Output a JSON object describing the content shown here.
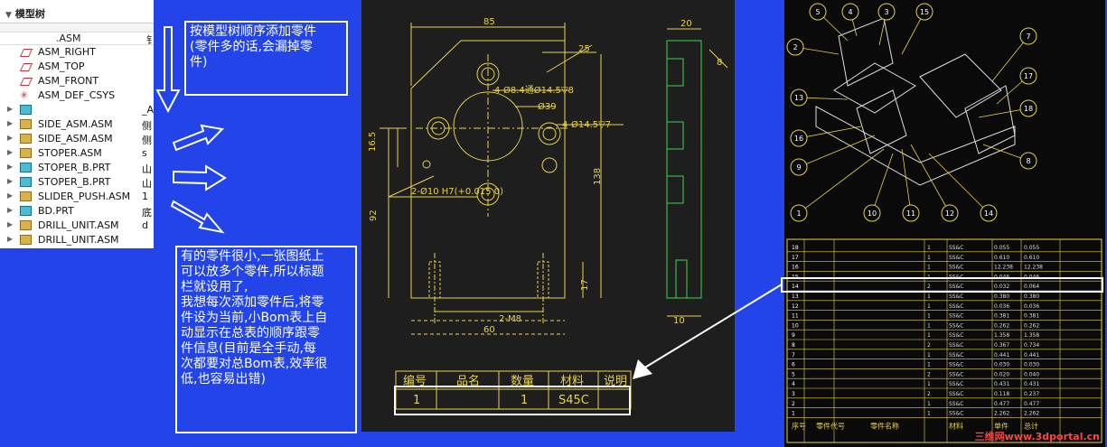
{
  "model_tree": {
    "title": "模型树",
    "header": {
      "col1": ".ASM",
      "col2": "钅"
    },
    "items": [
      {
        "label": "ASM_RIGHT",
        "icon": "datum-plane-icon",
        "trail": ""
      },
      {
        "label": "ASM_TOP",
        "icon": "datum-plane-icon",
        "trail": ""
      },
      {
        "label": "ASM_FRONT",
        "icon": "datum-plane-icon",
        "trail": ""
      },
      {
        "label": "ASM_DEF_CSYS",
        "icon": "csys-icon",
        "trail": ""
      },
      {
        "label": "",
        "icon": "part-icon",
        "trail": "_A.F"
      },
      {
        "label": "SIDE_ASM.ASM",
        "icon": "assembly-icon",
        "trail": "侧"
      },
      {
        "label": "SIDE_ASM.ASM",
        "icon": "assembly-icon",
        "trail": "侧"
      },
      {
        "label": "STOPER.ASM",
        "icon": "assembly-icon",
        "trail": "s"
      },
      {
        "label": "STOPER_B.PRT",
        "icon": "part-icon",
        "trail": "山"
      },
      {
        "label": "STOPER_B.PRT",
        "icon": "part-icon",
        "trail": "山"
      },
      {
        "label": "SLIDER_PUSH.ASM",
        "icon": "assembly-icon",
        "trail": "1"
      },
      {
        "label": "BD.PRT",
        "icon": "part-icon",
        "trail": "底"
      },
      {
        "label": "DRILL_UNIT.ASM",
        "icon": "assembly-icon",
        "trail": "d"
      },
      {
        "label": "DRILL_UNIT.ASM",
        "icon": "assembly-icon",
        "trail": ""
      }
    ]
  },
  "notes": {
    "note1_lines": [
      "按模型树顺序添加零件",
      "(零件多的话,会漏掉零",
      "件)"
    ],
    "note2_lines": [
      "有的零件很小,一张图纸上",
      "可以放多个零件,所以标题",
      "栏就设用了,",
      "我想每次添加零件后,将零",
      "件设为当前,小Bom表上自",
      "动显示在总表的顺序跟零",
      "件信息(目前是全手动,每",
      "次都要对总Bom表,效率很",
      "低,也容易出错)"
    ]
  },
  "drawing": {
    "dims": {
      "d85": "85",
      "d25": "25",
      "d20": "20",
      "d8": "8",
      "hole1": "4-Ø8.4通Ø14.5▽8",
      "hole2": "Ø39",
      "hole3": "4-Ø14.5▽7",
      "hole4": "2-Ø10 H7(+0.015 0)",
      "d16_5": "16.5",
      "d138": "138",
      "d92": "92",
      "d17": "17",
      "m8": "2-M8",
      "d60": "60",
      "d10": "10"
    },
    "bom": {
      "headers": [
        "编号",
        "品名",
        "数量",
        "材料",
        "说明"
      ],
      "row": [
        "1",
        "",
        "1",
        "S45C",
        ""
      ]
    }
  },
  "assembly": {
    "balloons": [
      "5",
      "4",
      "3",
      "15",
      "2",
      "7",
      "17",
      "13",
      "18",
      "16",
      "9",
      "8",
      "1",
      "10",
      "11",
      "12",
      "14"
    ],
    "bom_rows": [
      [
        "18",
        "",
        "",
        "1",
        "SS&C",
        "0.055",
        "0.055"
      ],
      [
        "17",
        "",
        "",
        "1",
        "SS&C",
        "0.610",
        "0.610"
      ],
      [
        "16",
        "",
        "",
        "1",
        "SS&C",
        "12.238",
        "12.238"
      ],
      [
        "15",
        "",
        "",
        "1",
        "SS&C",
        "0.046",
        "0.046"
      ],
      [
        "14",
        "",
        "",
        "2",
        "SS&C",
        "0.032",
        "0.064"
      ],
      [
        "13",
        "",
        "",
        "1",
        "SS&C",
        "0.380",
        "0.380"
      ],
      [
        "12",
        "",
        "",
        "1",
        "SS&C",
        "0.036",
        "0.036"
      ],
      [
        "11",
        "",
        "",
        "1",
        "SS&C",
        "0.381",
        "0.381"
      ],
      [
        "10",
        "",
        "",
        "1",
        "SS&C",
        "0.262",
        "0.262"
      ],
      [
        "9",
        "",
        "",
        "1",
        "SS&C",
        "1.358",
        "1.358"
      ],
      [
        "8",
        "",
        "",
        "2",
        "SS&C",
        "0.367",
        "0.734"
      ],
      [
        "7",
        "",
        "",
        "1",
        "SS&C",
        "0.441",
        "0.441"
      ],
      [
        "6",
        "",
        "",
        "1",
        "SS&C",
        "0.030",
        "0.030"
      ],
      [
        "5",
        "",
        "",
        "2",
        "SS&C",
        "0.020",
        "0.040"
      ],
      [
        "4",
        "",
        "",
        "1",
        "SS&C",
        "0.431",
        "0.431"
      ],
      [
        "3",
        "",
        "",
        "2",
        "SS&C",
        "0.118",
        "0.237"
      ],
      [
        "2",
        "",
        "",
        "1",
        "SS&C",
        "0.477",
        "0.477"
      ],
      [
        "1",
        "",
        "",
        "1",
        "SS&C",
        "2.262",
        "2.262"
      ]
    ],
    "bom_footer": [
      "序号",
      "零件代号",
      "零件名称",
      "",
      "材料",
      "单件",
      "总计"
    ],
    "watermark": "三维网www.3dportal.cn"
  },
  "colors": {
    "background": "#2244e8",
    "cad_bg": "#1e1e1e",
    "yellow": "#e8d14a",
    "green": "#3ad84a"
  }
}
